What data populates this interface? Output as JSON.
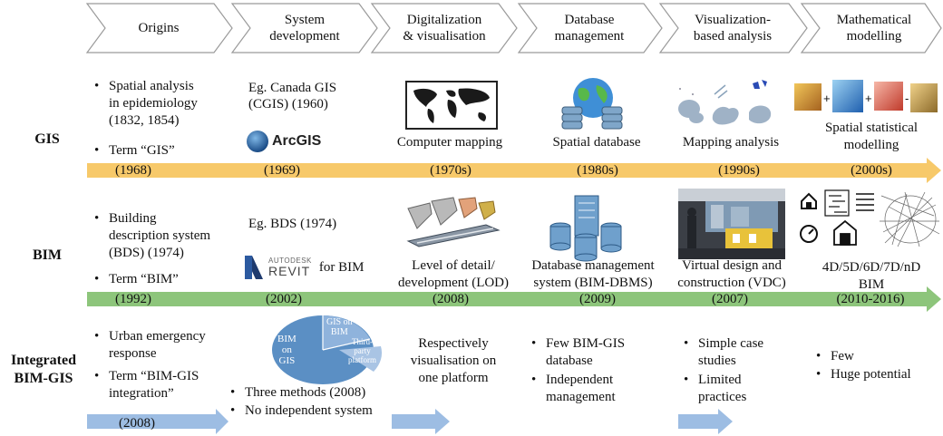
{
  "header": {
    "stages": [
      {
        "label": "Origins"
      },
      {
        "label": "System\ndevelopment"
      },
      {
        "label": "Digitalization\n& visualisation"
      },
      {
        "label": "Database\nmanagement"
      },
      {
        "label": "Visualization-\nbased analysis"
      },
      {
        "label": "Mathematical\nmodelling"
      }
    ]
  },
  "rows": {
    "gis": {
      "label": "GIS",
      "origins": [
        "Spatial analysis\nin epidemiology\n(1832, 1854)",
        "Term “GIS”"
      ],
      "system_dev": "Eg. Canada GIS\n(CGIS) (1960)",
      "arcgis_logo": "ArcGIS",
      "digital": "Computer mapping",
      "database": "Spatial database",
      "analysis": "Mapping analysis",
      "modelling": "Spatial statistical\nmodelling",
      "years": [
        "(1968)",
        "(1969)",
        "(1970s)",
        "(1980s)",
        "(1990s)",
        "(2000s)"
      ],
      "arrow_color": "#f7c96a"
    },
    "bim": {
      "label": "BIM",
      "origins": [
        "Building\ndescription system\n(BDS) (1974)",
        "Term “BIM”"
      ],
      "system_dev": "Eg. BDS (1974)",
      "revit_logo_top": "AUTODESK",
      "revit_logo": "REVIT",
      "revit_suffix": "for BIM",
      "digital": "Level of detail/\ndevelopment (LOD)",
      "database": "Database management\nsystem (BIM-DBMS)",
      "analysis": "Virtual design and\nconstruction (VDC)",
      "modelling": "4D/5D/6D/7D/nD\nBIM",
      "years": [
        "(1992)",
        "(2002)",
        "(2008)",
        "(2009)",
        "(2007)",
        "(2010-2016)"
      ],
      "arrow_color": "#8dc57b"
    },
    "integrated": {
      "label": "Integrated\nBIM-GIS",
      "origins": [
        "Urban emergency\nresponse",
        "Term “BIM-GIS\nintegration”"
      ],
      "origins_year": "(2008)",
      "pie_labels": [
        "GIS on\nBIM",
        "BIM\non\nGIS",
        "Third-\nparty\nplatform"
      ],
      "system_dev": [
        "Three methods (2008)",
        "No independent system"
      ],
      "digital": "Respectively\nvisualisation on\none platform",
      "database": [
        "Few BIM-GIS\ndatabase",
        "Independent\nmanagement"
      ],
      "analysis": [
        "Simple case\nstudies",
        "Limited\npractices"
      ],
      "modelling": [
        "Few",
        "Huge potential"
      ],
      "arrow_color": "#9dbde3"
    }
  }
}
